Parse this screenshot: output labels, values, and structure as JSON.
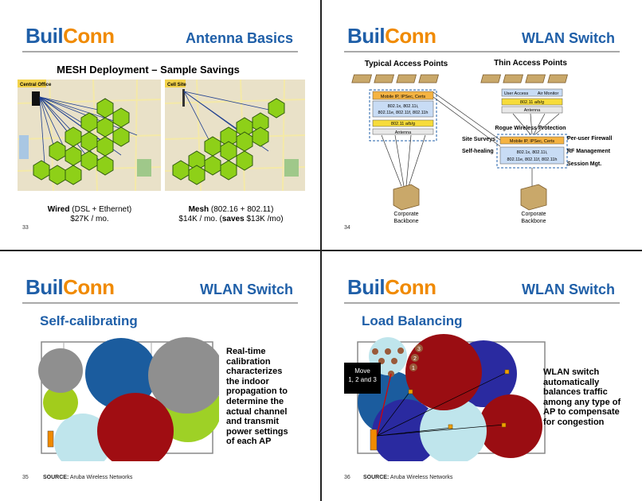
{
  "brand": {
    "part1": "Buil",
    "part2": "Conn"
  },
  "slides": [
    {
      "number": "33",
      "title": "Antenna Basics",
      "subtitle": "MESH Deployment – Sample Savings",
      "map_labels": [
        "Central Office",
        "Cell Site"
      ],
      "left_caption_bold": "Wired",
      "left_caption_rest": " (DSL + Ethernet)",
      "left_cost": "$27K / mo.",
      "right_caption_bold": "Mesh",
      "right_caption_rest": " (802.16 + 802.11)",
      "right_cost_a": "$14K / mo. (",
      "right_cost_bold": "saves",
      "right_cost_b": " $13K /mo)"
    },
    {
      "number": "34",
      "title": "WLAN Switch",
      "col_left": "Typical Access Points",
      "col_right": "Thin Access Points",
      "left_stack": [
        "Mobile IP, IPSec, Certs",
        "802.1x, 802.11i,",
        "802.11e, 802.11f, 802.11h",
        "802.11 a/b/g",
        "Antenna"
      ],
      "right_stack_top": [
        "User Access",
        "Air Monitor",
        "802.11 a/b/g",
        "Antenna"
      ],
      "rogue": "Rogue Wireless Protection",
      "site_surveys": "Site Surveys",
      "self_healing": "Self-healing",
      "switch_stack": [
        "Mobile IP, IPSec, Certs",
        "802.1x, 802.11i,",
        "802.11e, 802.11f, 802.11h"
      ],
      "right_labels": [
        "Per-user Firewall",
        "RF Management",
        "Session Mgt."
      ],
      "backbone": [
        "Corporate",
        "Backbone"
      ]
    },
    {
      "number": "35",
      "title": "WLAN Switch",
      "heading": "Self-calibrating",
      "text_lines": [
        "Real-time",
        "calibration",
        "characterizes",
        "the indoor",
        "propagation to",
        "determine the",
        "actual channel",
        "and transmit",
        "power settings",
        "of each AP"
      ],
      "source_label": "SOURCE:",
      "source_text": " Aruba Wireless Networks"
    },
    {
      "number": "36",
      "title": "WLAN Switch",
      "heading": "Load Balancing",
      "move_lines": [
        "Move",
        "1, 2 and 3"
      ],
      "markers": [
        "3",
        "2",
        "1"
      ],
      "text_lines": [
        "WLAN switch",
        "automatically",
        "balances traffic",
        "among any type of",
        "AP to compensate",
        "for congestion"
      ],
      "source_label": "SOURCE:",
      "source_text": " Aruba Wireless Networks"
    }
  ]
}
